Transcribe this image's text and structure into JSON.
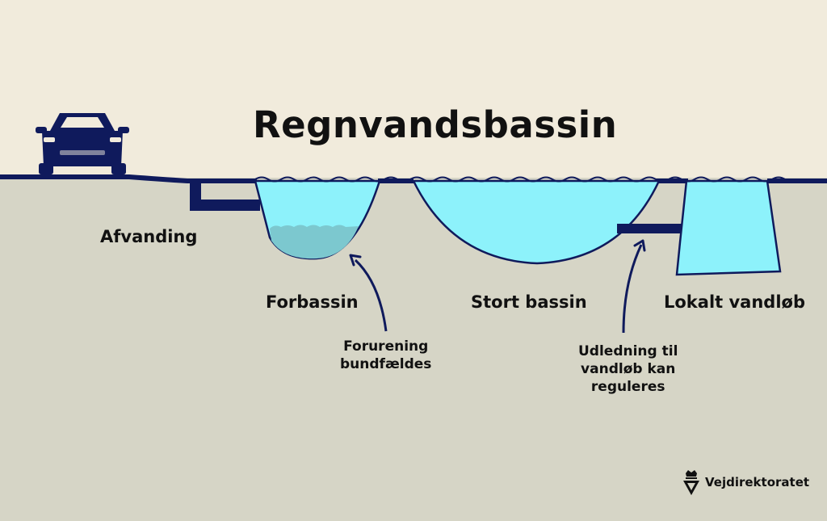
{
  "title": "Regnvandsbassin",
  "labels": {
    "afvanding": "Afvanding",
    "forbassin": "Forbassin",
    "stort_bassin": "Stort bassin",
    "lokalt_vandlob": "Lokalt vandløb"
  },
  "notes": {
    "forurening_line1": "Forurening",
    "forurening_line2": "bundfældes",
    "udledning_line1": "Udledning til",
    "udledning_line2": "vandløb kan",
    "udledning_line3": "reguleres"
  },
  "brand": {
    "name": "Vejdirektoratet",
    "icon": "crown-shield-icon"
  },
  "colors": {
    "sky": "#f1ebdc",
    "ground": "#d6d5c6",
    "navy": "#0f1a5c",
    "water": "#8df2fb",
    "sediment": "#7cc8cf"
  }
}
